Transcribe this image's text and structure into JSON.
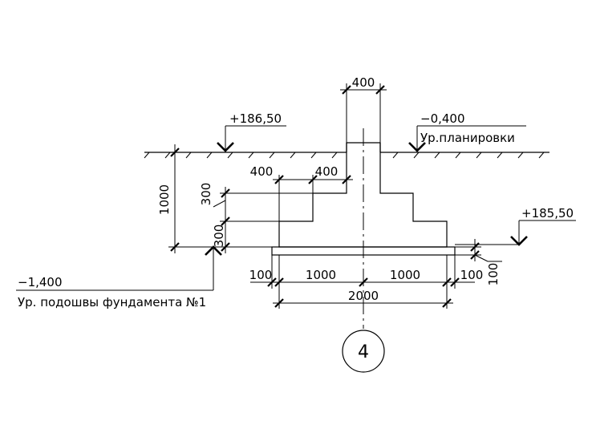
{
  "drawing": {
    "dimensions": {
      "column_width": "400",
      "step_left_1": "400",
      "step_left_2": "400",
      "depth_total": "1000",
      "step_height_1": "300",
      "step_height_2": "300",
      "prep_left": "100",
      "half_left": "1000",
      "half_right": "1000",
      "prep_right": "100",
      "full_width": "2000",
      "prep_thickness": "100"
    },
    "levels": {
      "top_left_mark": "+186,50",
      "planning_mark": "−0,400",
      "planning_label": "Ур.планировки",
      "right_mark": "+185,50",
      "sole_mark": "−1,400",
      "sole_label": "Ур. подошвы фундамента №1"
    },
    "axis": {
      "label": "4"
    }
  }
}
